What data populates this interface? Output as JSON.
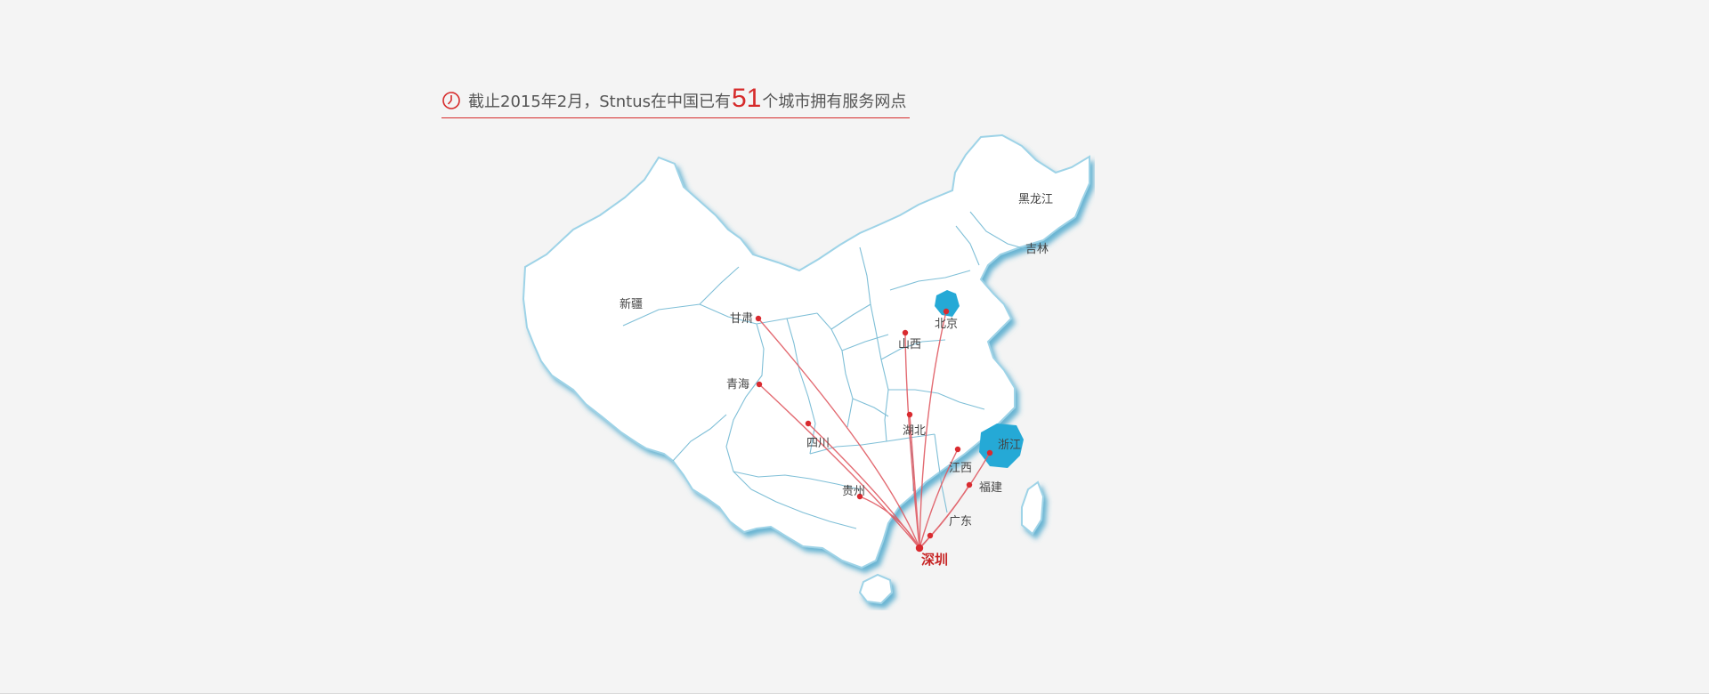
{
  "headline": {
    "prefix": "截止2015年2月，Stntus在中国已有",
    "number": "51",
    "suffix": "个城市拥有服务网点"
  },
  "map": {
    "hub": "深圳",
    "provinces": [
      {
        "key": "xinjiang",
        "label": "新疆"
      },
      {
        "key": "heilongjiang",
        "label": "黑龙江"
      },
      {
        "key": "jilin",
        "label": "吉林"
      },
      {
        "key": "gansu",
        "label": "甘肃"
      },
      {
        "key": "qinghai",
        "label": "青海"
      },
      {
        "key": "shanxi",
        "label": "山西"
      },
      {
        "key": "beijing",
        "label": "北京"
      },
      {
        "key": "sichuan",
        "label": "四川"
      },
      {
        "key": "hubei",
        "label": "湖北"
      },
      {
        "key": "zhejiang",
        "label": "浙江"
      },
      {
        "key": "jiangxi",
        "label": "江西"
      },
      {
        "key": "fujian",
        "label": "福建"
      },
      {
        "key": "guizhou",
        "label": "贵州"
      },
      {
        "key": "guangdong",
        "label": "广东"
      }
    ],
    "highlighted": [
      "北京",
      "浙江"
    ],
    "colors": {
      "highlight": "#25a9d6",
      "route": "#e05b63",
      "dot": "#d92a2f",
      "shadow": "#3a9fc7"
    }
  }
}
